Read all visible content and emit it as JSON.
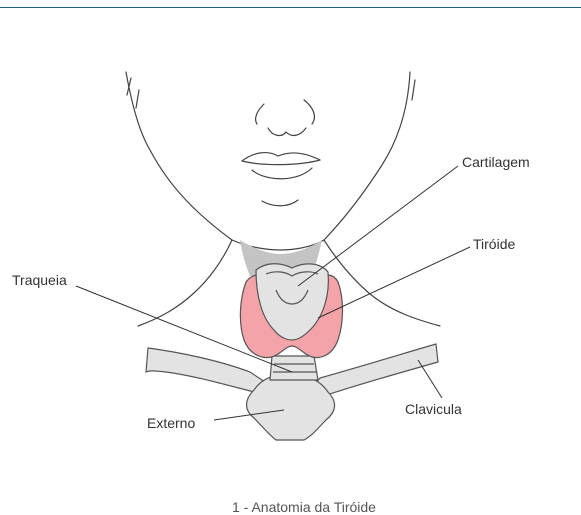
{
  "labels": {
    "cartilagem": "Cartilagem",
    "tiroide": "Tiróide",
    "traqueia": "Traqueia",
    "externo": "Externo",
    "clavicula": "Clavicula"
  },
  "caption": "1 - Anatomia da Tiróide",
  "colors": {
    "top_rule": "#1f5f86",
    "outline": "#444444",
    "bone_fill": "#e3e3e3",
    "thyroid_fill": "#f4a3a8",
    "neck_shadow": "#c4c4c4"
  }
}
